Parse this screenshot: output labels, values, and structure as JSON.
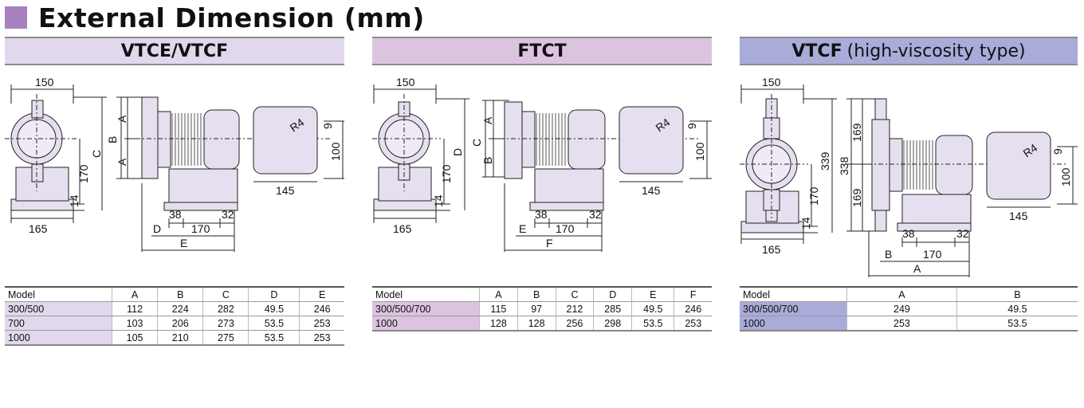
{
  "page_title": "External Dimension (mm)",
  "colors": {
    "title_square": "#a882c0",
    "vtce": "#e2d8ee",
    "ftct": "#dcc4e0",
    "vtcf_hv": "#a9acd9",
    "pump_body": "#e6dfef"
  },
  "panels": [
    {
      "title": "VTCE/VTCF",
      "subtitle": "",
      "labels": {
        "w150": "150",
        "b165": "165",
        "h170": "170",
        "h14": "14",
        "C": "C",
        "B": "B",
        "A": "A",
        "D": "D",
        "E": "E",
        "s38": "38",
        "s170": "170",
        "s32": "32",
        "r4": "R4",
        "d9": "9",
        "d100": "100",
        "d145": "145"
      },
      "columns": [
        "Model",
        "A",
        "B",
        "C",
        "D",
        "E"
      ],
      "rows": [
        [
          "300/500",
          "112",
          "224",
          "282",
          "49.5",
          "246"
        ],
        [
          "700",
          "103",
          "206",
          "273",
          "53.5",
          "253"
        ],
        [
          "1000",
          "105",
          "210",
          "275",
          "53.5",
          "253"
        ]
      ]
    },
    {
      "title": "FTCT",
      "subtitle": "",
      "labels": {
        "w150": "150",
        "b165": "165",
        "h170": "170",
        "h14": "14",
        "C": "C",
        "B": "B",
        "A": "A",
        "D": "D",
        "E": "E",
        "F": "F",
        "s38": "38",
        "s170": "170",
        "s32": "32",
        "r4": "R4",
        "d9": "9",
        "d100": "100",
        "d145": "145"
      },
      "columns": [
        "Model",
        "A",
        "B",
        "C",
        "D",
        "E",
        "F"
      ],
      "rows": [
        [
          "300/500/700",
          "115",
          "97",
          "212",
          "285",
          "49.5",
          "246"
        ],
        [
          "1000",
          "128",
          "128",
          "256",
          "298",
          "53.5",
          "253"
        ]
      ]
    },
    {
      "title": "VTCF",
      "subtitle": "(high-viscosity type)",
      "labels": {
        "w150": "150",
        "b165": "165",
        "h170": "170",
        "h14": "14",
        "h339": "339",
        "h338": "338",
        "h169a": "169",
        "h169b": "169",
        "A": "A",
        "B": "B",
        "s38": "38",
        "s170": "170",
        "s32": "32",
        "r4": "R4",
        "d9": "9",
        "d100": "100",
        "d145": "145"
      },
      "columns": [
        "Model",
        "A",
        "B"
      ],
      "rows": [
        [
          "300/500/700",
          "249",
          "49.5"
        ],
        [
          "1000",
          "253",
          "53.5"
        ]
      ]
    }
  ]
}
